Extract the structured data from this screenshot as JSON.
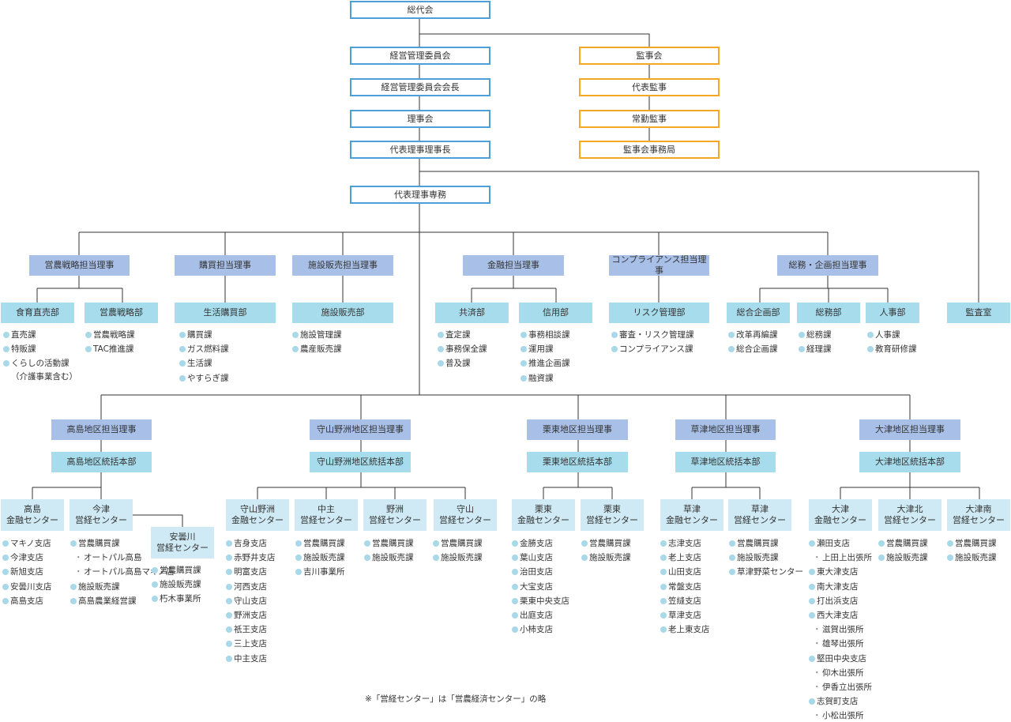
{
  "colors": {
    "blue_border": "#4d9fd8",
    "orange_border": "#f5a623",
    "director_fill": "#a8c0e8",
    "dept_fill": "#a6dcec",
    "center_fill": "#cfeaf4",
    "bullet": "#a9d9e9"
  },
  "nodes": [
    {
      "id": "sodaikai",
      "label": "総代会",
      "style": "blue"
    },
    {
      "id": "keiei-iinkai",
      "label": "経営管理委員会",
      "style": "blue"
    },
    {
      "id": "keiei-iinkai-kaicho",
      "label": "経営管理委員会会長",
      "style": "blue"
    },
    {
      "id": "rijikai",
      "label": "理事会",
      "style": "blue"
    },
    {
      "id": "daihyo-rijicho",
      "label": "代表理事理事長",
      "style": "blue"
    },
    {
      "id": "kanjikai",
      "label": "監事会",
      "style": "orange"
    },
    {
      "id": "daihyo-kanji",
      "label": "代表監事",
      "style": "orange"
    },
    {
      "id": "jokin-kanji",
      "label": "常勤監事",
      "style": "orange"
    },
    {
      "id": "kanjikai-jimukyoku",
      "label": "監事会事務局",
      "style": "orange"
    },
    {
      "id": "daihyo-senmu",
      "label": "代表理事専務",
      "style": "blue"
    },
    {
      "id": "einou-senryaku-riji",
      "label": "営農戦略担当理事",
      "style": "lav"
    },
    {
      "id": "kobai-riji",
      "label": "購買担当理事",
      "style": "lav"
    },
    {
      "id": "shisetsu-riji",
      "label": "施設販売担当理事",
      "style": "lav"
    },
    {
      "id": "kinyu-riji",
      "label": "金融担当理事",
      "style": "lav"
    },
    {
      "id": "compliance-riji",
      "label": "コンプライアンス担当理事",
      "style": "lav"
    },
    {
      "id": "somu-kikaku-riji",
      "label": "総務・企画担当理事",
      "style": "lav"
    },
    {
      "id": "shokuiku",
      "label": "食育直売部",
      "style": "cyan"
    },
    {
      "id": "einou-senryaku-bu",
      "label": "営農戦略部",
      "style": "cyan"
    },
    {
      "id": "seikatsu-kobai",
      "label": "生活購買部",
      "style": "cyan"
    },
    {
      "id": "shisetsu-hanbai",
      "label": "施設販売部",
      "style": "cyan"
    },
    {
      "id": "kyosai",
      "label": "共済部",
      "style": "cyan"
    },
    {
      "id": "shinyo",
      "label": "信用部",
      "style": "cyan"
    },
    {
      "id": "risk",
      "label": "リスク管理部",
      "style": "cyan"
    },
    {
      "id": "sogo-kikaku",
      "label": "総合企画部",
      "style": "cyan"
    },
    {
      "id": "somu",
      "label": "総務部",
      "style": "cyan"
    },
    {
      "id": "jinji",
      "label": "人事部",
      "style": "cyan"
    },
    {
      "id": "kansashitsu",
      "label": "監査室",
      "style": "cyan"
    },
    {
      "id": "takashima-riji",
      "label": "高島地区担当理事",
      "style": "lav"
    },
    {
      "id": "moriyama-riji",
      "label": "守山野洲地区担当理事",
      "style": "lav"
    },
    {
      "id": "rittou-riji",
      "label": "栗東地区担当理事",
      "style": "lav"
    },
    {
      "id": "kusatsu-riji",
      "label": "草津地区担当理事",
      "style": "lav"
    },
    {
      "id": "otsu-riji",
      "label": "大津地区担当理事",
      "style": "lav"
    },
    {
      "id": "takashima-honbu",
      "label": "高島地区統括本部",
      "style": "cyan"
    },
    {
      "id": "moriyama-honbu",
      "label": "守山野洲地区統括本部",
      "style": "cyan"
    },
    {
      "id": "rittou-honbu",
      "label": "栗東地区統括本部",
      "style": "cyan"
    },
    {
      "id": "kusatsu-honbu",
      "label": "草津地区統括本部",
      "style": "cyan"
    },
    {
      "id": "otsu-honbu",
      "label": "大津地区統括本部",
      "style": "cyan"
    },
    {
      "id": "takashima-kinyu",
      "label": "高島\n金融センター",
      "style": "pale"
    },
    {
      "id": "imazu-eikei",
      "label": "今津\n営経センター",
      "style": "pale"
    },
    {
      "id": "adogawa-eikei",
      "label": "安曇川\n営経センター",
      "style": "pale"
    },
    {
      "id": "moriyamayasu-kinyu",
      "label": "守山野洲\n金融センター",
      "style": "pale"
    },
    {
      "id": "chuzu-eikei",
      "label": "中主\n営経センター",
      "style": "pale"
    },
    {
      "id": "yasu-eikei",
      "label": "野洲\n営経センター",
      "style": "pale"
    },
    {
      "id": "moriyama-eikei",
      "label": "守山\n営経センター",
      "style": "pale"
    },
    {
      "id": "rittou-kinyu",
      "label": "栗東\n金融センター",
      "style": "pale"
    },
    {
      "id": "rittou-eikei",
      "label": "栗東\n営経センター",
      "style": "pale"
    },
    {
      "id": "kusatsu-kinyu",
      "label": "草津\n金融センター",
      "style": "pale"
    },
    {
      "id": "kusatsu-eikei",
      "label": "草津\n営経センター",
      "style": "pale"
    },
    {
      "id": "otsu-kinyu",
      "label": "大津\n金融センター",
      "style": "pale"
    },
    {
      "id": "otsukita-eikei",
      "label": "大津北\n営経センター",
      "style": "pale"
    },
    {
      "id": "otsuminami-eikei",
      "label": "大津南\n営経センター",
      "style": "pale"
    }
  ],
  "lists": [
    {
      "id": "shokuiku-list",
      "items": [
        {
          "t": "直売課",
          "k": "dot"
        },
        {
          "t": "特販課",
          "k": "dot"
        },
        {
          "t": "くらしの活動課",
          "k": "dot"
        },
        {
          "t": "（介護事業含む）",
          "k": "cont"
        }
      ]
    },
    {
      "id": "einou-list",
      "items": [
        {
          "t": "営農戦略課",
          "k": "dot"
        },
        {
          "t": "TAC推進課",
          "k": "dot"
        }
      ]
    },
    {
      "id": "seikatsu-list",
      "items": [
        {
          "t": "購買課",
          "k": "dot"
        },
        {
          "t": "ガス燃料課",
          "k": "dot"
        },
        {
          "t": "生活課",
          "k": "dot"
        },
        {
          "t": "やすらぎ課",
          "k": "dot"
        }
      ]
    },
    {
      "id": "shisetsu-list",
      "items": [
        {
          "t": "施設管理課",
          "k": "dot"
        },
        {
          "t": "農産販売課",
          "k": "dot"
        }
      ]
    },
    {
      "id": "kyosai-list",
      "items": [
        {
          "t": "査定課",
          "k": "dot"
        },
        {
          "t": "事務保全課",
          "k": "dot"
        },
        {
          "t": "普及課",
          "k": "dot"
        }
      ]
    },
    {
      "id": "shinyo-list",
      "items": [
        {
          "t": "事務相談課",
          "k": "dot"
        },
        {
          "t": "運用課",
          "k": "dot"
        },
        {
          "t": "推進企画課",
          "k": "dot"
        },
        {
          "t": "融資課",
          "k": "dot"
        }
      ]
    },
    {
      "id": "risk-list",
      "items": [
        {
          "t": "審査・リスク管理課",
          "k": "dot"
        },
        {
          "t": "コンプライアンス課",
          "k": "dot"
        }
      ]
    },
    {
      "id": "sogo-list",
      "items": [
        {
          "t": "改革再編課",
          "k": "dot"
        },
        {
          "t": "総合企画課",
          "k": "dot"
        }
      ]
    },
    {
      "id": "somu-list",
      "items": [
        {
          "t": "総務課",
          "k": "dot"
        },
        {
          "t": "経理課",
          "k": "dot"
        }
      ]
    },
    {
      "id": "jinji-list",
      "items": [
        {
          "t": "人事課",
          "k": "dot"
        },
        {
          "t": "教育研修課",
          "k": "dot"
        }
      ]
    },
    {
      "id": "takashima-kinyu-list",
      "items": [
        {
          "t": "マキノ支店",
          "k": "dot"
        },
        {
          "t": "今津支店",
          "k": "dot"
        },
        {
          "t": "新旭支店",
          "k": "dot"
        },
        {
          "t": "安曇川支店",
          "k": "dot"
        },
        {
          "t": "高島支店",
          "k": "dot"
        }
      ]
    },
    {
      "id": "imazu-list",
      "items": [
        {
          "t": "営農購買課",
          "k": "dot"
        },
        {
          "t": "オートパル高島",
          "k": "sub"
        },
        {
          "t": "オートパル高島マキノ店",
          "k": "sub"
        },
        {
          "t": "施設販売課",
          "k": "dot"
        },
        {
          "t": "高島農業経営課",
          "k": "dot"
        }
      ]
    },
    {
      "id": "adogawa-list",
      "items": [
        {
          "t": "営農購買課",
          "k": "dot"
        },
        {
          "t": "施設販売課",
          "k": "dot"
        },
        {
          "t": "朽木事業所",
          "k": "dot"
        }
      ]
    },
    {
      "id": "moriyamayasu-list",
      "items": [
        {
          "t": "吉身支店",
          "k": "dot"
        },
        {
          "t": "赤野井支店",
          "k": "dot"
        },
        {
          "t": "明富支店",
          "k": "dot"
        },
        {
          "t": "河西支店",
          "k": "dot"
        },
        {
          "t": "守山支店",
          "k": "dot"
        },
        {
          "t": "野洲支店",
          "k": "dot"
        },
        {
          "t": "祇王支店",
          "k": "dot"
        },
        {
          "t": "三上支店",
          "k": "dot"
        },
        {
          "t": "中主支店",
          "k": "dot"
        }
      ]
    },
    {
      "id": "chuzu-list",
      "items": [
        {
          "t": "営農購買課",
          "k": "dot"
        },
        {
          "t": "施設販売課",
          "k": "dot"
        },
        {
          "t": "吉川事業所",
          "k": "dot"
        }
      ]
    },
    {
      "id": "yasu-list",
      "items": [
        {
          "t": "営農購買課",
          "k": "dot"
        },
        {
          "t": "施設販売課",
          "k": "dot"
        }
      ]
    },
    {
      "id": "moriyama-list",
      "items": [
        {
          "t": "営農購買課",
          "k": "dot"
        },
        {
          "t": "施設販売課",
          "k": "dot"
        }
      ]
    },
    {
      "id": "rittou-kinyu-list",
      "items": [
        {
          "t": "金勝支店",
          "k": "dot"
        },
        {
          "t": "葉山支店",
          "k": "dot"
        },
        {
          "t": "治田支店",
          "k": "dot"
        },
        {
          "t": "大宝支店",
          "k": "dot"
        },
        {
          "t": "栗東中央支店",
          "k": "dot"
        },
        {
          "t": "出庭支店",
          "k": "dot"
        },
        {
          "t": "小柿支店",
          "k": "dot"
        }
      ]
    },
    {
      "id": "rittou-eikei-list",
      "items": [
        {
          "t": "営農購買課",
          "k": "dot"
        },
        {
          "t": "施設販売課",
          "k": "dot"
        }
      ]
    },
    {
      "id": "kusatsu-kinyu-list",
      "items": [
        {
          "t": "志津支店",
          "k": "dot"
        },
        {
          "t": "老上支店",
          "k": "dot"
        },
        {
          "t": "山田支店",
          "k": "dot"
        },
        {
          "t": "常盤支店",
          "k": "dot"
        },
        {
          "t": "笠縫支店",
          "k": "dot"
        },
        {
          "t": "草津支店",
          "k": "dot"
        },
        {
          "t": "老上東支店",
          "k": "dot"
        }
      ]
    },
    {
      "id": "kusatsu-eikei-list",
      "items": [
        {
          "t": "営農購買課",
          "k": "dot"
        },
        {
          "t": "施設販売課",
          "k": "dot"
        },
        {
          "t": "草津野菜センター",
          "k": "dot"
        }
      ]
    },
    {
      "id": "otsu-kinyu-list",
      "items": [
        {
          "t": "瀬田支店",
          "k": "dot"
        },
        {
          "t": "上田上出張所",
          "k": "sub"
        },
        {
          "t": "東大津支店",
          "k": "dot"
        },
        {
          "t": "南大津支店",
          "k": "dot"
        },
        {
          "t": "打出浜支店",
          "k": "dot"
        },
        {
          "t": "西大津支店",
          "k": "dot"
        },
        {
          "t": "滋賀出張所",
          "k": "sub"
        },
        {
          "t": "雄琴出張所",
          "k": "sub"
        },
        {
          "t": "堅田中央支店",
          "k": "dot"
        },
        {
          "t": "仰木出張所",
          "k": "sub"
        },
        {
          "t": "伊香立出張所",
          "k": "sub"
        },
        {
          "t": "志賀町支店",
          "k": "dot"
        },
        {
          "t": "小松出張所",
          "k": "sub"
        }
      ]
    },
    {
      "id": "otsukita-list",
      "items": [
        {
          "t": "営農購買課",
          "k": "dot"
        },
        {
          "t": "施設販売課",
          "k": "dot"
        }
      ]
    },
    {
      "id": "otsuminami-list",
      "items": [
        {
          "t": "営農購買課",
          "k": "dot"
        },
        {
          "t": "施設販売課",
          "k": "dot"
        }
      ]
    }
  ],
  "footnote": "※「営経センター」は「営農経済センター」の略"
}
